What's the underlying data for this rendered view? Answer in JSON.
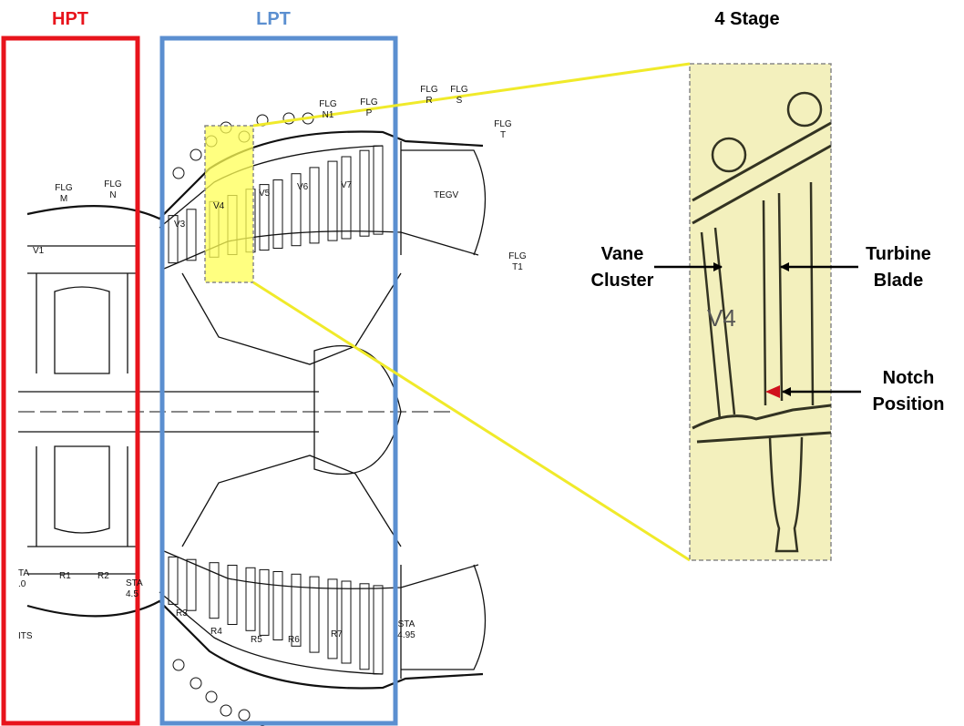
{
  "titles": {
    "hpt": "HPT",
    "lpt": "LPT",
    "stage": "4 Stage"
  },
  "colors": {
    "hpt": "#e8141c",
    "lpt": "#5b8fd0",
    "highlight": "#ffff55",
    "zoom_panel": "#f3f0bd",
    "connector": "#f0ea2a",
    "notch": "#d0101c"
  },
  "engine_labels": {
    "flg_m": [
      "FLG",
      "M"
    ],
    "flg_n": [
      "FLG",
      "N"
    ],
    "flg_n1": [
      "FLG",
      "N1"
    ],
    "flg_p": [
      "FLG",
      "P"
    ],
    "flg_r": [
      "FLG",
      "R"
    ],
    "flg_s": [
      "FLG",
      "S"
    ],
    "flg_t": [
      "FLG",
      "T"
    ],
    "flg_t1": [
      "FLG",
      "T1"
    ],
    "v1": "V1",
    "v3": "V3",
    "v4": "V4",
    "v5": "V5",
    "v6": "V6",
    "v7": "V7",
    "tegv": "TEGV",
    "r1": "R1",
    "r2": "R2",
    "r3": "R3",
    "r4": "R4",
    "r5": "R5",
    "r6": "R6",
    "r7": "R7",
    "sta_40": [
      "TA",
      ".0"
    ],
    "sta_45": [
      "STA",
      "4.5"
    ],
    "sta_495": [
      "STA",
      "4.95"
    ],
    "its": "ITS"
  },
  "detail": {
    "v4": "V4",
    "vane_cluster": [
      "Vane",
      "Cluster"
    ],
    "turbine_blade": [
      "Turbine",
      "Blade"
    ],
    "notch_position": [
      "Notch",
      "Position"
    ]
  }
}
